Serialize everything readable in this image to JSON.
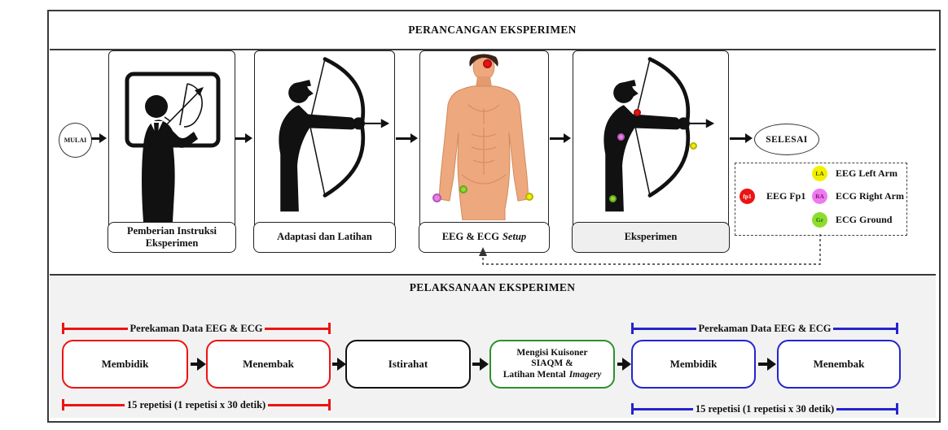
{
  "colors": {
    "red": "#ec1313",
    "blue": "#2424cf",
    "green": "#2f8f2f",
    "electrode_fp1": "#ec1313",
    "electrode_la": "#f0f000",
    "electrode_ra": "#ee7bee",
    "electrode_gr": "#8ddd2e",
    "section_bg": "#f2f2f2"
  },
  "design": {
    "title": "PERANCANGAN EKSPERIMEN",
    "start": "MULAI",
    "end": "SELESAI",
    "steps": [
      {
        "label": "Pemberian Instruksi Eksperimen"
      },
      {
        "label": "Adaptasi dan Latihan"
      },
      {
        "label": "EEG & ECG",
        "label_italic": "Setup"
      },
      {
        "label": "Eksperimen"
      }
    ],
    "legend": {
      "fp1": {
        "code": "fp1",
        "text": "EEG Fp1"
      },
      "la": {
        "code": "LA",
        "text": "EEG Left Arm"
      },
      "ra": {
        "code": "RA",
        "text": "ECG Right Arm"
      },
      "gr": {
        "code": "Gr",
        "text": "ECG Ground"
      }
    }
  },
  "execution": {
    "title": "PELAKSANAAN EKSPERIMEN",
    "red_group": {
      "recording_label": "Perekaman Data EEG & ECG",
      "repetition_label": "15 repetisi (1 repetisi x 30 detik)",
      "aim": "Membidik",
      "shoot": "Menembak"
    },
    "rest_label": "Istirahat",
    "questionnaire": {
      "line1": "Mengisi Kuisoner",
      "line2": "SIAQM &",
      "line3": "Latihan Mental",
      "line3_italic": "Imagery"
    },
    "blue_group": {
      "recording_label": "Perekaman Data EEG & ECG",
      "repetition_label": "15 repetisi (1 repetisi x 30 detik)",
      "aim": "Membidik",
      "shoot": "Menembak"
    }
  }
}
